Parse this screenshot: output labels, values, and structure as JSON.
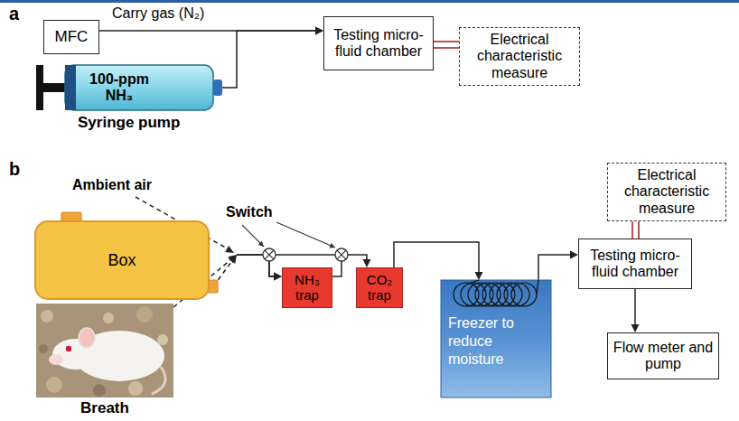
{
  "diagram": {
    "nodes": [
      {
        "text": [
          "MFC"
        ]
      },
      {
        "text": [
          "100-ppm NH₃",
          "Syringe pump"
        ]
      },
      {
        "text": [
          "Testing micro-fluid chamber"
        ]
      },
      {
        "text": [
          "Electrical characteristic measure"
        ]
      },
      {
        "text": [
          "Box"
        ]
      },
      {
        "text": [
          "Breath"
        ]
      },
      {
        "text": [
          "NH₃ trap"
        ]
      },
      {
        "text": [
          "CO₂ trap"
        ]
      },
      {
        "text": [
          "Freezer to reduce moisture"
        ]
      },
      {
        "text": [
          "Testing micro-fluid chamber"
        ]
      },
      {
        "text": [
          "Electrical characteristic measure"
        ]
      },
      {
        "text": [
          "Flow meter and pump"
        ]
      }
    ],
    "edges": [
      {
        "from": 0,
        "to": 2,
        "label": "Carry gas (N₂)",
        "arrow": "to"
      },
      {
        "from": 1,
        "to": 2,
        "arrow": "to"
      },
      {
        "from": 2,
        "to": 3,
        "arrow": "none"
      },
      {
        "from": 4,
        "to": 6,
        "arrow": "to"
      },
      {
        "from": 5,
        "to": 6,
        "arrow": "to"
      },
      {
        "from": 6,
        "to": 7,
        "arrow": "to"
      },
      {
        "from": 7,
        "to": 8,
        "arrow": "to"
      },
      {
        "from": 8,
        "to": 9,
        "arrow": "to"
      },
      {
        "from": 9,
        "to": 10,
        "arrow": "none"
      },
      {
        "from": 9,
        "to": 11,
        "arrow": "to"
      }
    ],
    "labels": [
      "a",
      "b",
      "Ambient air",
      "Switch"
    ]
  }
}
